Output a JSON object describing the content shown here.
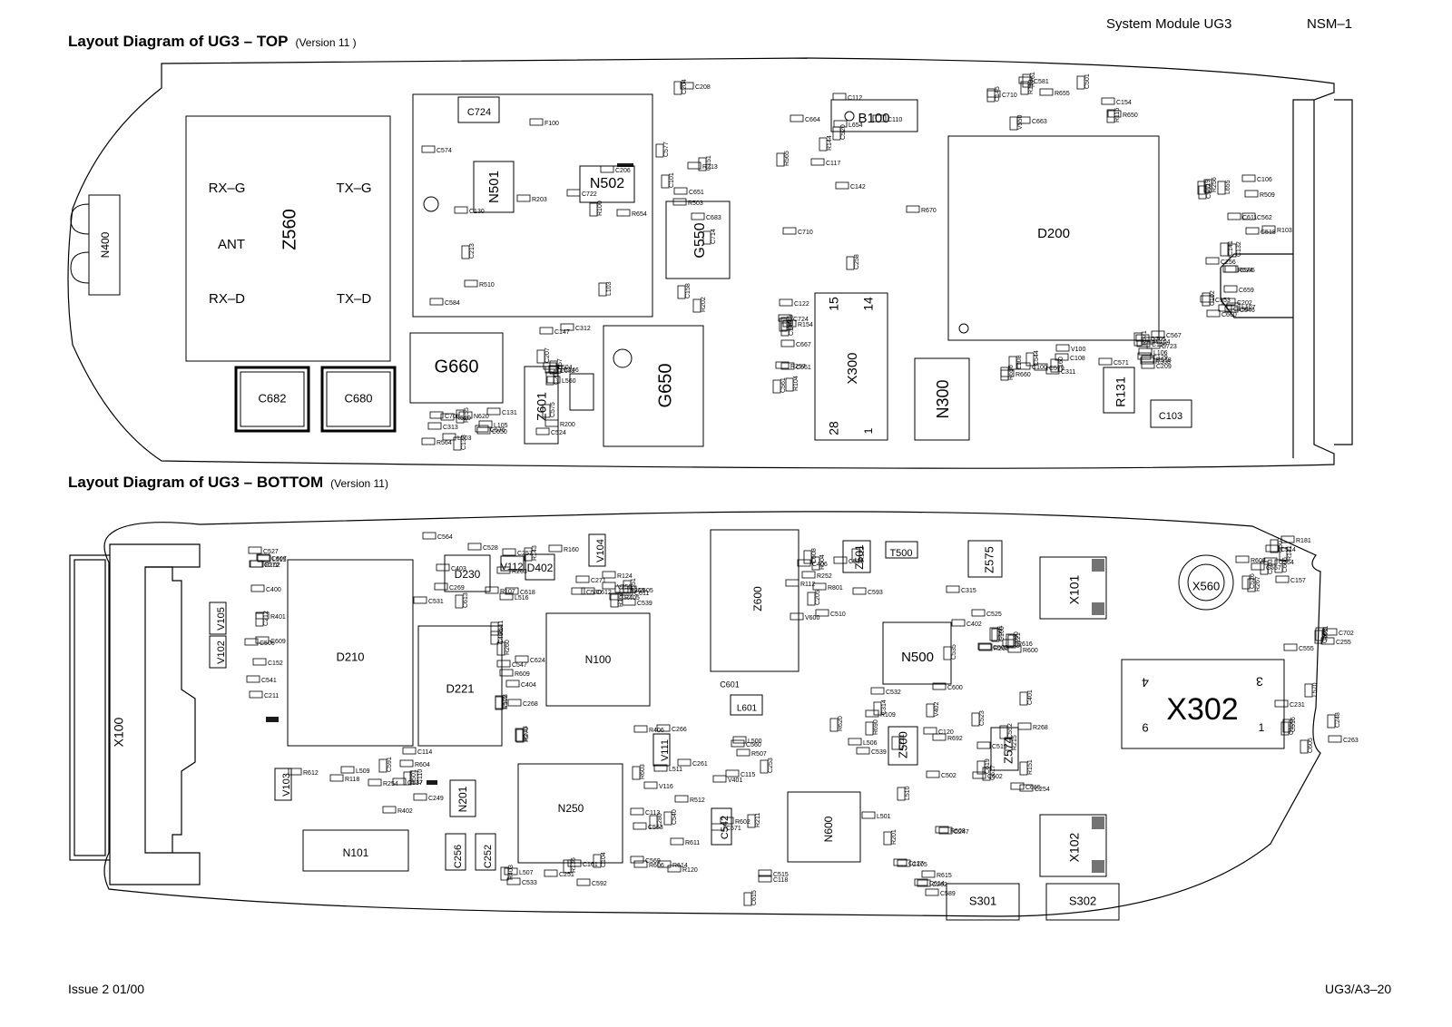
{
  "header": {
    "module": "System Module UG3",
    "code": "NSM–1"
  },
  "top": {
    "title": "Layout Diagram of UG3 – TOP",
    "version": "(Version 11 )",
    "big": [
      {
        "id": "z560",
        "label": "Z560"
      },
      {
        "id": "rxg",
        "label": "RX–G"
      },
      {
        "id": "txg",
        "label": "TX–G"
      },
      {
        "id": "ant",
        "label": "ANT"
      },
      {
        "id": "rxd",
        "label": "RX–D"
      },
      {
        "id": "txd",
        "label": "TX–D"
      },
      {
        "id": "n400",
        "label": "N400"
      },
      {
        "id": "c682",
        "label": "C682"
      },
      {
        "id": "c680",
        "label": "C680"
      },
      {
        "id": "g660",
        "label": "G660"
      },
      {
        "id": "n501",
        "label": "N501"
      },
      {
        "id": "n502",
        "label": "N502"
      },
      {
        "id": "g550",
        "label": "G550"
      },
      {
        "id": "g650",
        "label": "G650"
      },
      {
        "id": "z601",
        "label": "Z601"
      },
      {
        "id": "b100",
        "label": "B100"
      },
      {
        "id": "d200",
        "label": "D200"
      },
      {
        "id": "x300",
        "label": "X300"
      },
      {
        "id": "n300",
        "label": "N300"
      },
      {
        "id": "r131",
        "label": "R131"
      },
      {
        "id": "c103",
        "label": "C103"
      },
      {
        "id": "c724",
        "label": "C724"
      },
      {
        "id": "pin15",
        "label": "15"
      },
      {
        "id": "pin14",
        "label": "14"
      },
      {
        "id": "pin28",
        "label": "28"
      },
      {
        "id": "pin1",
        "label": "1"
      }
    ],
    "small": [
      "L103",
      "C158",
      "L560",
      "C708",
      "L654",
      "C581",
      "L655",
      "C585",
      "C724",
      "C579",
      "C705",
      "C584",
      "C683",
      "L504",
      "L503",
      "C520",
      "C501",
      "C518",
      "C546",
      "C667",
      "C544",
      "R518",
      "R510",
      "R503",
      "C524",
      "C576",
      "C710",
      "V550",
      "C562",
      "R674",
      "C561",
      "C571",
      "C567",
      "C574",
      "C577",
      "C575",
      "R564",
      "R565",
      "R655",
      "R509",
      "C660",
      "C658",
      "R656",
      "R671",
      "R654",
      "C651",
      "C657",
      "C650",
      "R670",
      "R650",
      "C611",
      "C659",
      "C661",
      "R660",
      "C723",
      "C722",
      "C714",
      "C582",
      "N620",
      "C664",
      "C663",
      "C132",
      "C102",
      "R154",
      "C108",
      "C120",
      "R100",
      "C101",
      "C203",
      "C131",
      "C142",
      "C145",
      "C141",
      "C150",
      "C107",
      "C100",
      "C129",
      "C206",
      "C151",
      "C147",
      "C133",
      "R144",
      "C154",
      "C106",
      "C153",
      "C140",
      "C160",
      "C209",
      "R203",
      "C204",
      "R200",
      "L105",
      "C112",
      "R113",
      "C119",
      "L107",
      "C122",
      "L108",
      "L106",
      "C130",
      "C208",
      "C146",
      "R155",
      "C117",
      "R116",
      "R103",
      "C202",
      "R104",
      "V100",
      "L104",
      "F100",
      "R202",
      "C207",
      "C313",
      "C258",
      "R261",
      "R256",
      "C256",
      "R257",
      "C311",
      "R308",
      "C213",
      "R213",
      "C312",
      "R510",
      "C110",
      "C710",
      "C552"
    ]
  },
  "bottom": {
    "title": "Layout Diagram of UG3 – BOTTOM",
    "version": "(Version 11)",
    "big": [
      {
        "id": "x100",
        "label": "X100"
      },
      {
        "id": "d210",
        "label": "D210"
      },
      {
        "id": "d221",
        "label": "D221"
      },
      {
        "id": "d230",
        "label": "D230"
      },
      {
        "id": "d402",
        "label": "D402"
      },
      {
        "id": "n100",
        "label": "N100"
      },
      {
        "id": "n250",
        "label": "N250"
      },
      {
        "id": "n101",
        "label": "N101"
      },
      {
        "id": "n201",
        "label": "N201"
      },
      {
        "id": "z600",
        "label": "Z600"
      },
      {
        "id": "n500",
        "label": "N500"
      },
      {
        "id": "n600",
        "label": "N600"
      },
      {
        "id": "z500",
        "label": "Z500"
      },
      {
        "id": "z574",
        "label": "Z574"
      },
      {
        "id": "z575",
        "label": "Z575"
      },
      {
        "id": "z501",
        "label": "Z501"
      },
      {
        "id": "t500",
        "label": "T500"
      },
      {
        "id": "x101",
        "label": "X101"
      },
      {
        "id": "x102",
        "label": "X102"
      },
      {
        "id": "x302",
        "label": "X302"
      },
      {
        "id": "x560",
        "label": "X560"
      },
      {
        "id": "s301",
        "label": "S301"
      },
      {
        "id": "s302",
        "label": "S302"
      },
      {
        "id": "v105",
        "label": "V105"
      },
      {
        "id": "v102",
        "label": "V102"
      },
      {
        "id": "v103",
        "label": "V103"
      },
      {
        "id": "v104",
        "label": "V104"
      },
      {
        "id": "v112",
        "label": "V112"
      },
      {
        "id": "v111",
        "label": "V111"
      },
      {
        "id": "c256",
        "label": "C256"
      },
      {
        "id": "c252",
        "label": "C252"
      },
      {
        "id": "c542",
        "label": "C542"
      },
      {
        "id": "l601",
        "label": "L601"
      },
      {
        "id": "c601",
        "label": "C601"
      },
      {
        "id": "x302p4",
        "label": "4"
      },
      {
        "id": "x302p3",
        "label": "3"
      },
      {
        "id": "x302p6",
        "label": "6"
      },
      {
        "id": "x302p1",
        "label": "1"
      }
    ],
    "small": [
      "C211",
      "R160",
      "R162",
      "C405",
      "V116",
      "C110",
      "C161",
      "R112",
      "R109",
      "C100",
      "R215",
      "C115",
      "R201",
      "C231",
      "R181",
      "R102",
      "R143",
      "R124",
      "R128",
      "C113",
      "R118",
      "R120",
      "R122",
      "C120",
      "C121",
      "R151",
      "C118",
      "C105",
      "C248",
      "R141",
      "C152",
      "R263",
      "C271",
      "R270",
      "C261",
      "C249",
      "C251",
      "R252",
      "C314",
      "C315",
      "C254",
      "C253",
      "C247",
      "C255",
      "C264",
      "C272",
      "C257",
      "R259",
      "R260",
      "C280",
      "R254",
      "C104",
      "C205",
      "C221",
      "R265",
      "R268",
      "R211",
      "C262",
      "C263",
      "R267",
      "C212",
      "C269",
      "V250",
      "C268",
      "C266",
      "C114",
      "C533",
      "R504",
      "C532",
      "C525",
      "C523",
      "L500",
      "L501",
      "L570",
      "C526",
      "C527",
      "C528",
      "C539",
      "L502",
      "C540",
      "C537",
      "L507",
      "C536",
      "L506",
      "C535",
      "C665",
      "C560",
      "C502",
      "C702",
      "C703",
      "L515",
      "L516",
      "C505",
      "C547",
      "C563",
      "C591",
      "C569",
      "C510",
      "C539",
      "C501",
      "C519",
      "C515",
      "L510",
      "C516",
      "C514",
      "C541",
      "C564",
      "C551",
      "R511",
      "R512",
      "R501",
      "C592",
      "C593",
      "R692",
      "C509",
      "C552",
      "C571",
      "C589",
      "C508",
      "C507",
      "C506",
      "C531",
      "C530",
      "R513",
      "L511",
      "L509",
      "R136",
      "R801",
      "R620",
      "R616",
      "C619",
      "R602",
      "R615",
      "R611",
      "R608",
      "C609",
      "C618",
      "C611",
      "C624",
      "R603",
      "R604",
      "R606",
      "V600",
      "R690",
      "C690",
      "C617",
      "C615",
      "C614",
      "C605",
      "C606",
      "C607",
      "C613",
      "C612",
      "R609",
      "R611",
      "R612",
      "R614",
      "C608",
      "C600",
      "R600",
      "C602",
      "R507",
      "R508",
      "C555",
      "C557",
      "C400",
      "C403",
      "R405",
      "C404",
      "R406",
      "R402",
      "R403",
      "C406",
      "V402",
      "C402",
      "C401",
      "V401",
      "C127",
      "C156",
      "C157",
      "R401",
      "R107"
    ]
  },
  "footer": {
    "issue": "Issue 2 01/00",
    "page": "UG3/A3–20"
  }
}
